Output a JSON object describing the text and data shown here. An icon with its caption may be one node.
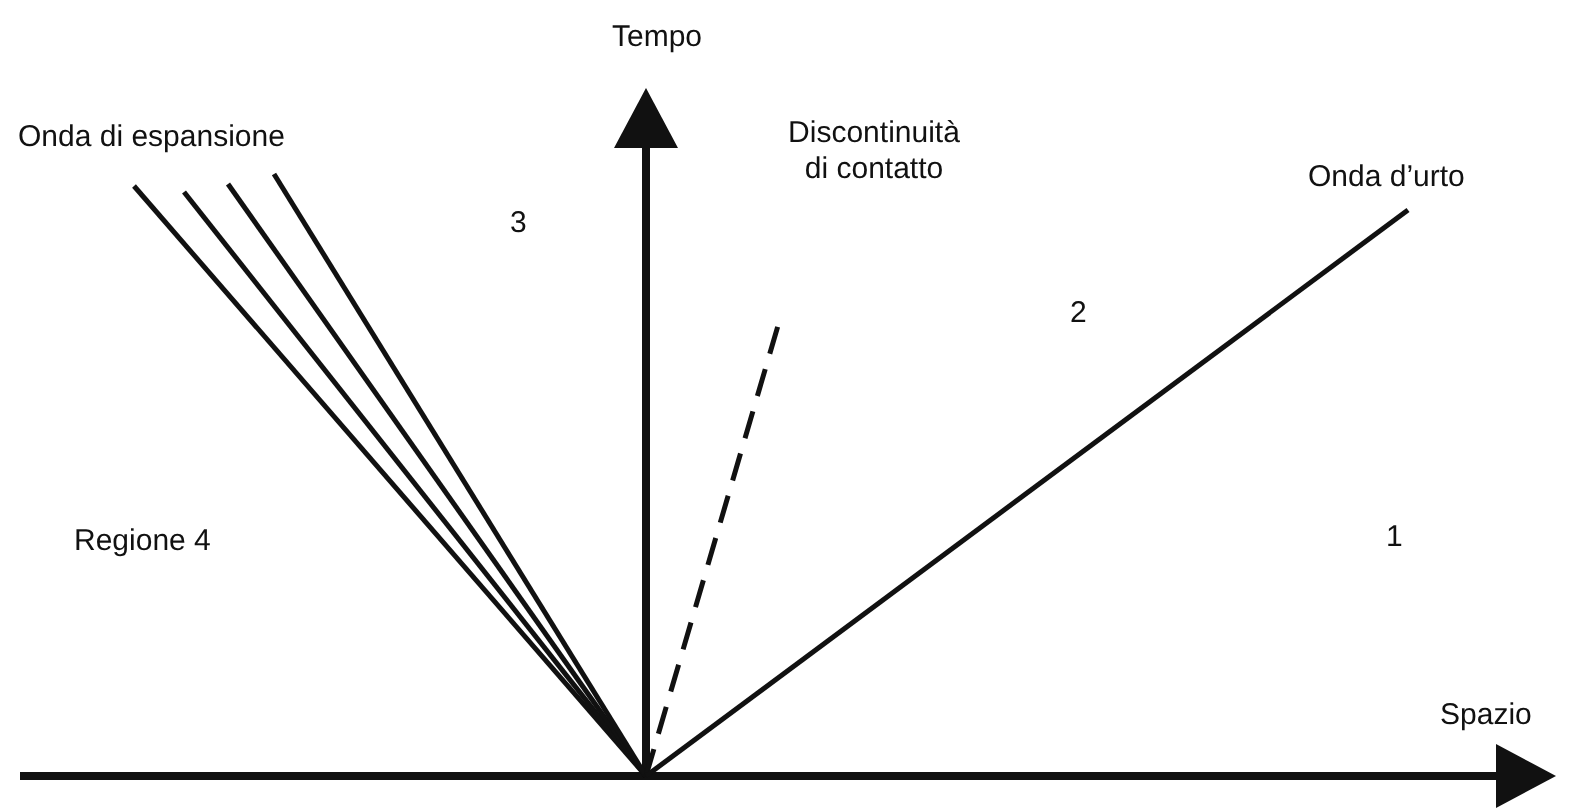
{
  "diagram": {
    "labels": [
      "Tempo",
      "Discontinuità di contatto",
      "Onda di espansione",
      "Onda d’urto",
      "3",
      "2",
      "Regione 4",
      "1",
      "Spazio"
    ]
  }
}
